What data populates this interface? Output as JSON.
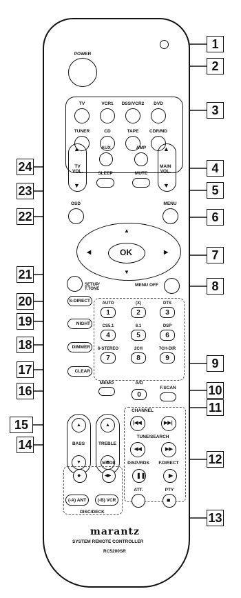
{
  "remote": {
    "top_labels": {
      "power": "POWER"
    },
    "source_buttons": [
      "TV",
      "VCR1",
      "DSS/VCR2",
      "DVD",
      "TUNER",
      "CD",
      "TAPE",
      "CDR/MD"
    ],
    "aux": "AUX",
    "amp": "AMP",
    "tv_vol": "TV\nVOL.",
    "main_vol": "MAIN\nVOL.",
    "sleep": "SLEEP",
    "mute": "MUTE",
    "osd": "OSD",
    "menu": "MENU",
    "ok": "OK",
    "setup": "SETUP/\nT.TONE",
    "menu_off": "MENU OFF",
    "left_keys": [
      "S-DIRECT",
      "NIGHT",
      "DIMMER",
      "CLEAR"
    ],
    "num_labels": [
      "AUTO",
      "(X)",
      "DTS",
      "CS5.1",
      "6.1",
      "DSP",
      "6-STEREO",
      "2CH",
      "7CH-DIR"
    ],
    "num_keys": [
      "1",
      "2",
      "3",
      "4",
      "5",
      "6",
      "7",
      "8",
      "9"
    ],
    "memo": "MEMO",
    "ad": "A/D",
    "zero": "0",
    "fscan": "F.SCAN",
    "channel": "CHANNEL",
    "bass": "BASS",
    "treble": "TREBLE",
    "tune_search": "TUNE/SEARCH",
    "mode": "MODE",
    "disp_rds": "DISP./RDS",
    "f_direct": "F.DIRECT",
    "a_ant": "(-A) ANT",
    "b_vcr": "(-B) VCR",
    "att": "ATT.",
    "pty": "PTY",
    "disc_deck": "DISC/DECK",
    "brand": "marantz",
    "subtitle": "SYSTEM REMOTE CONTROLLER",
    "model": "RC5200SR"
  },
  "callouts": [
    "1",
    "2",
    "3",
    "4",
    "5",
    "6",
    "7",
    "8",
    "9",
    "10",
    "11",
    "12",
    "13",
    "14",
    "15",
    "16",
    "17",
    "18",
    "19",
    "20",
    "21",
    "22",
    "23",
    "24"
  ]
}
